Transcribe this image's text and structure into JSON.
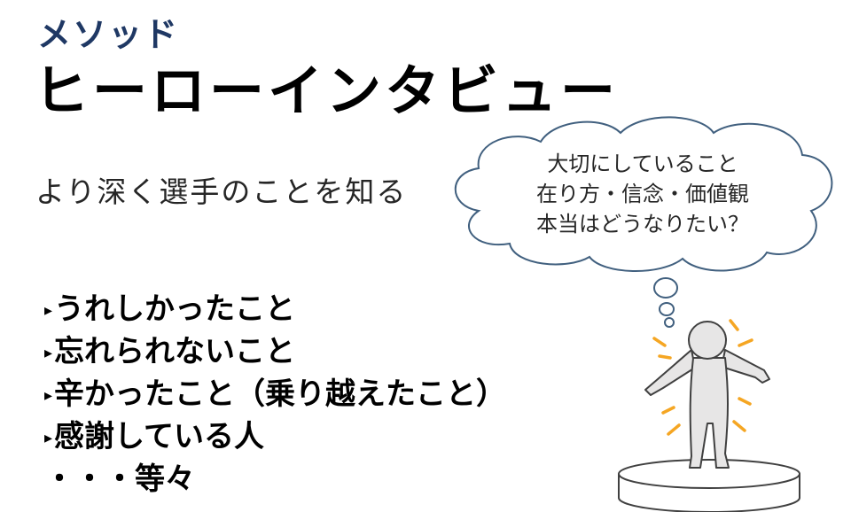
{
  "slide": {
    "category": "メソッド",
    "title": "ヒーローインタビュー",
    "subtitle": "より深く選手のことを知る",
    "bullet_marker": "▸",
    "bullets": [
      "うれしかったこと",
      "忘れられないこと",
      "辛かったこと（乗り越えたこと）",
      "感謝している人",
      "・・・等々"
    ],
    "thought_bubble": {
      "lines": [
        "大切にしていること",
        "在り方・信念・価値観",
        "本当はどうなりたい？"
      ]
    }
  },
  "colors": {
    "category": "#1f3864",
    "cloud_fill": "#ffffff",
    "cloud_stroke": "#41607f",
    "figure_fill": "#e7e6e6",
    "figure_stroke": "#404040",
    "spark": "#f5a623"
  }
}
